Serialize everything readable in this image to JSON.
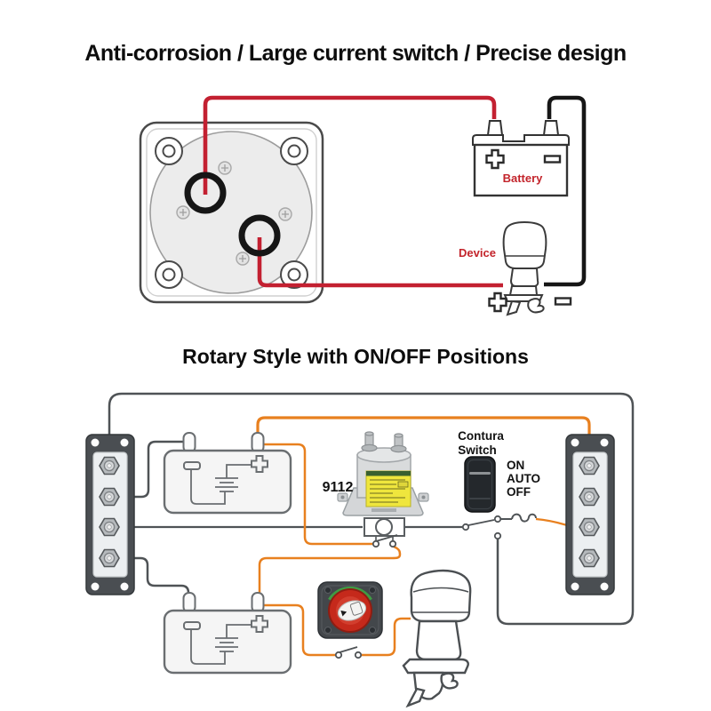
{
  "titles": {
    "top": "Anti-corrosion / Large current switch / Precise design",
    "bottom": "Rotary Style with ON/OFF Positions"
  },
  "upper_diagram": {
    "battery_label": "Battery",
    "device_label": "Device",
    "battery_positive_symbol": "+",
    "battery_negative_symbol": "−",
    "device_positive_symbol": "+",
    "device_negative_symbol": "−"
  },
  "lower_diagram": {
    "solenoid_label": "9112",
    "contura_switch_label": [
      "Contura",
      "Switch"
    ],
    "switch_positions": [
      "ON",
      "AUTO",
      "OFF"
    ]
  },
  "colors": {
    "wire_red": "#c32031",
    "wire_black": "#161616",
    "wire_orange": "#e8801f",
    "wire_dark_gray": "#4f5356",
    "label_red": "#c3242b",
    "busbar_dark": "#4a4e52",
    "busbar_panel": "#eceff1",
    "solenoid_label_yellow": "#efe63d",
    "rotary_knob_red": "#c5291b",
    "rotary_ring_green": "#3f9b43",
    "rocker_black": "#24282c",
    "title_black": "#0d0d0d"
  }
}
